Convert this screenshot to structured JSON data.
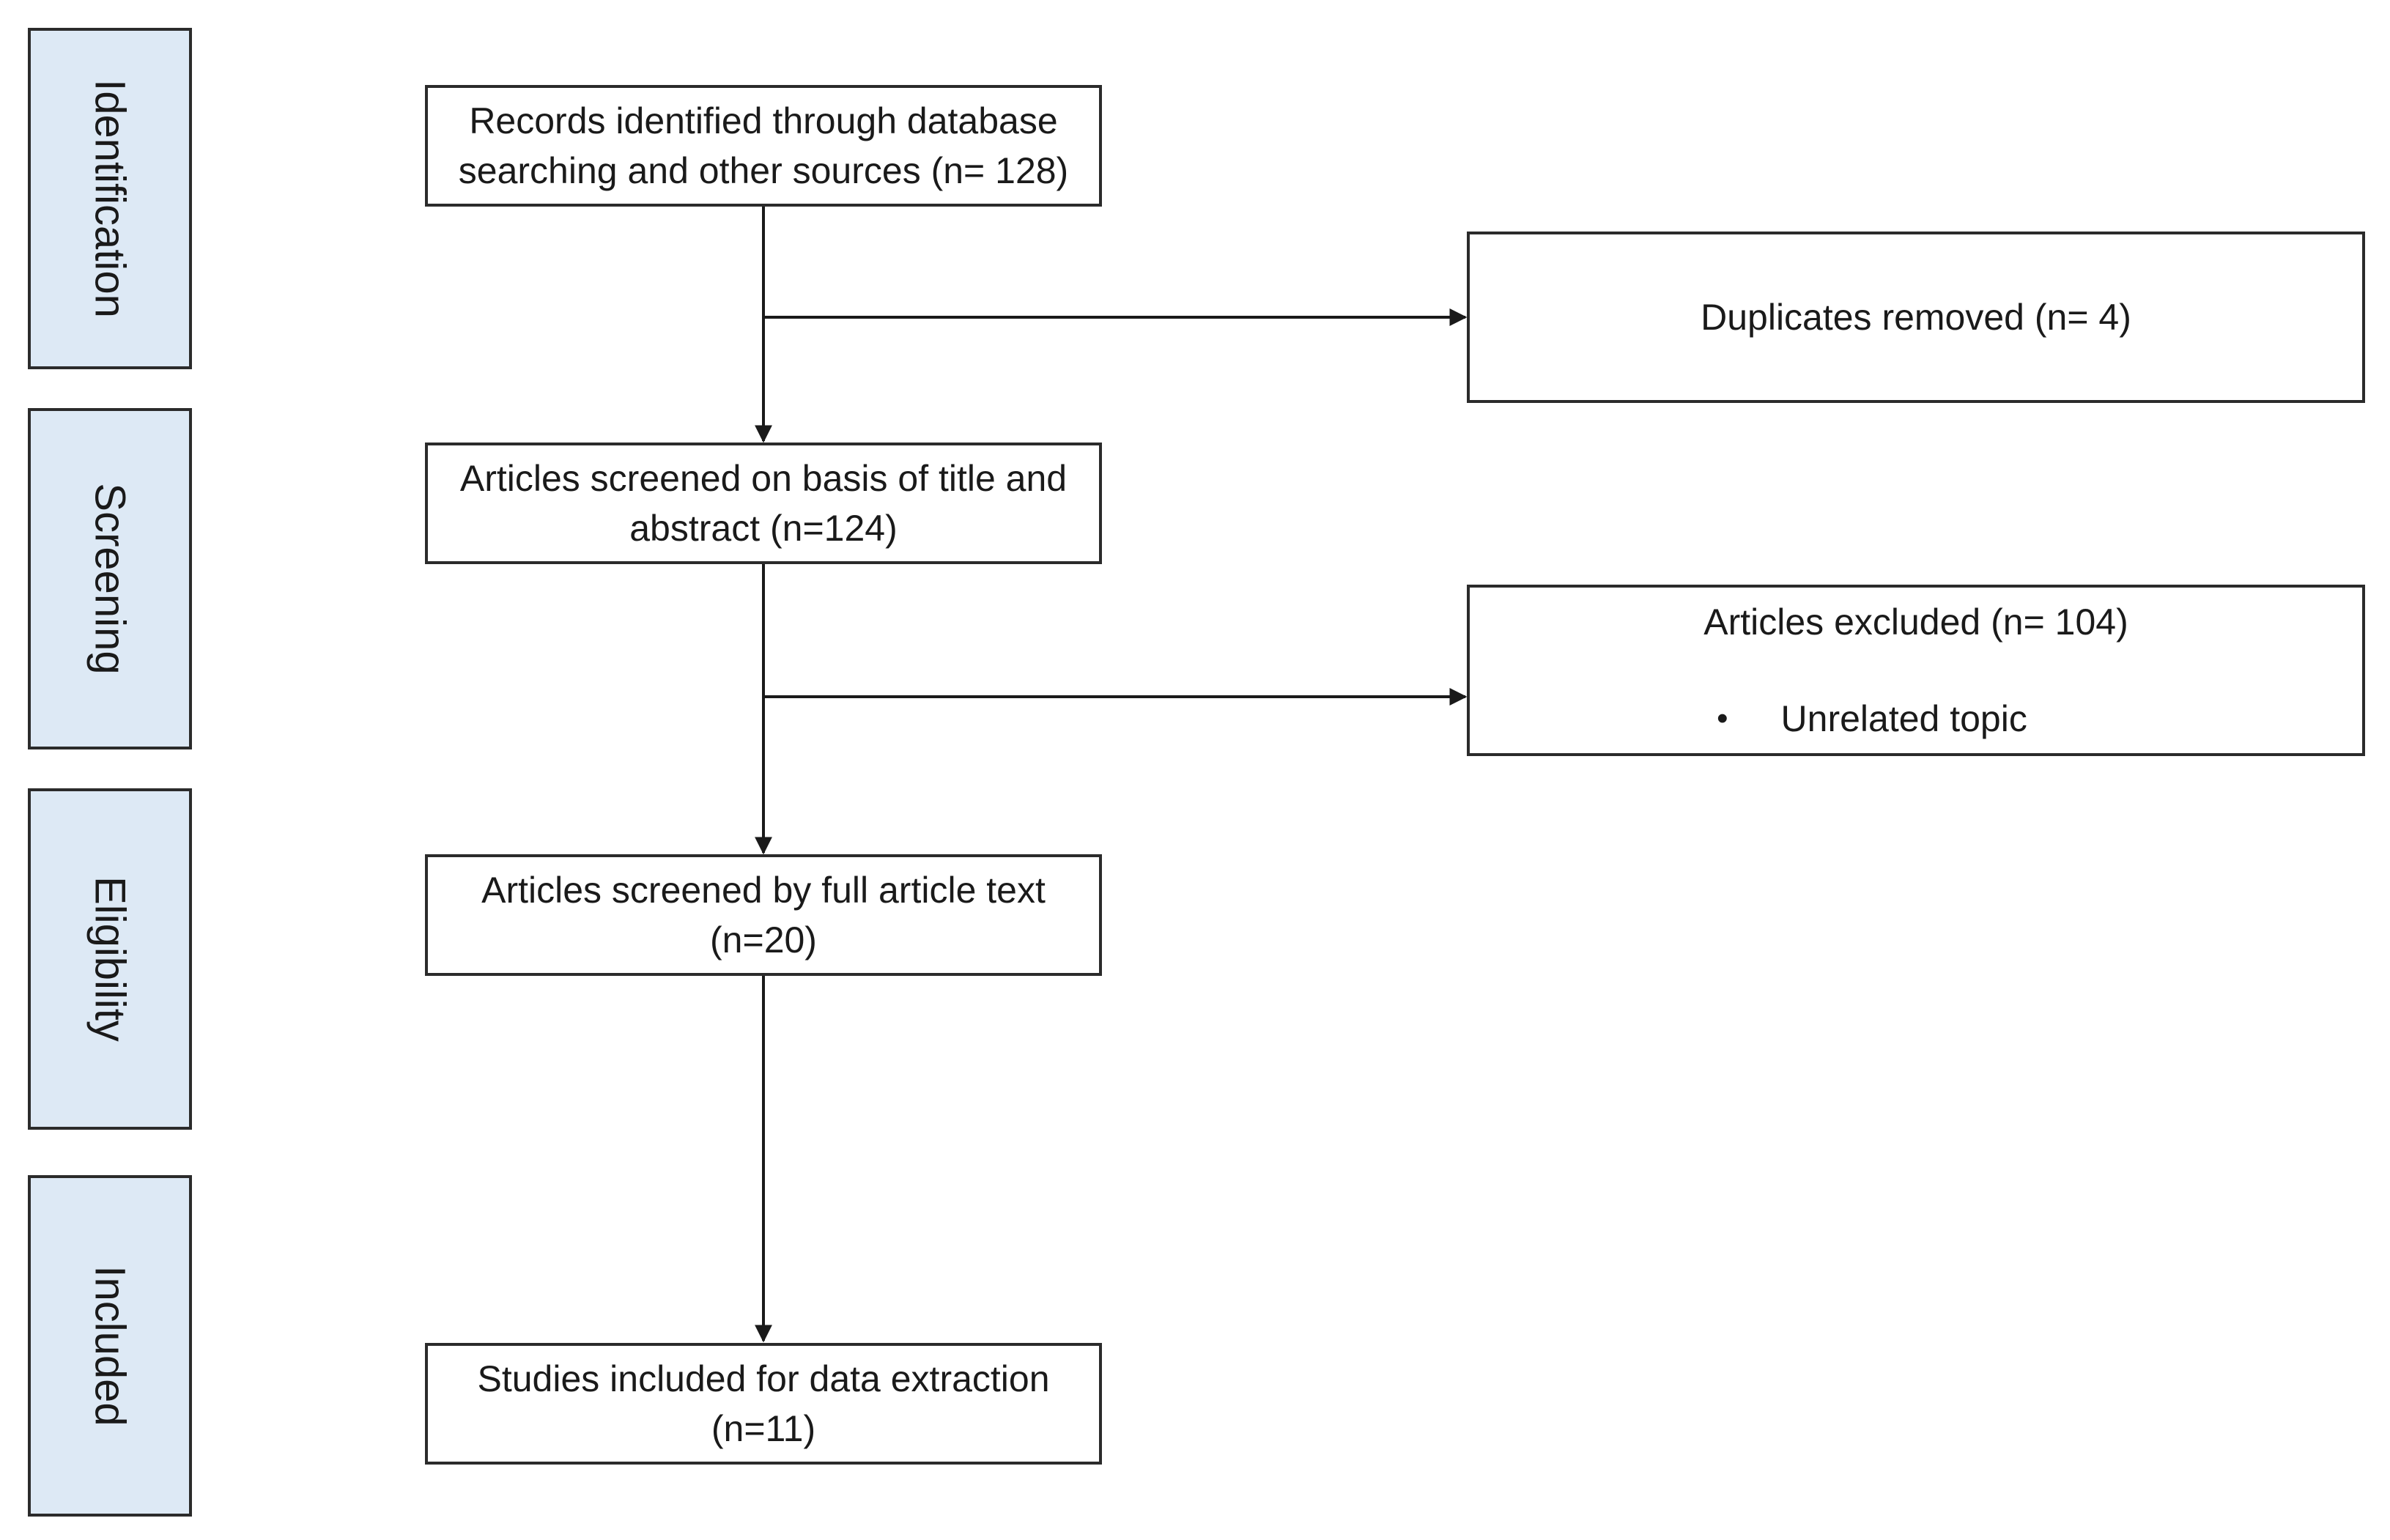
{
  "phases": [
    {
      "label": "Identification"
    },
    {
      "label": "Screening"
    },
    {
      "label": "Eligibility"
    },
    {
      "label": "Included"
    }
  ],
  "flow": {
    "identified": {
      "line1": "Records identified through database",
      "line2": "searching and other sources (n= 128)"
    },
    "screened": {
      "line1": "Articles screened on basis of title and",
      "line2": "abstract (n=124)"
    },
    "eligibility": {
      "line1": "Articles screened by full article text",
      "line2": "(n=20)"
    },
    "included": {
      "line1": "Studies included for data extraction",
      "line2": "(n=11)"
    },
    "duplicates": {
      "text": "Duplicates removed (n= 4)"
    },
    "excluded": {
      "title": "Articles excluded (n= 104)",
      "bullet": "•",
      "reason": "Unrelated topic"
    }
  },
  "colors": {
    "phase_fill": "#dde9f5",
    "border": "#2b2b2b",
    "text": "#1a1a1a"
  }
}
